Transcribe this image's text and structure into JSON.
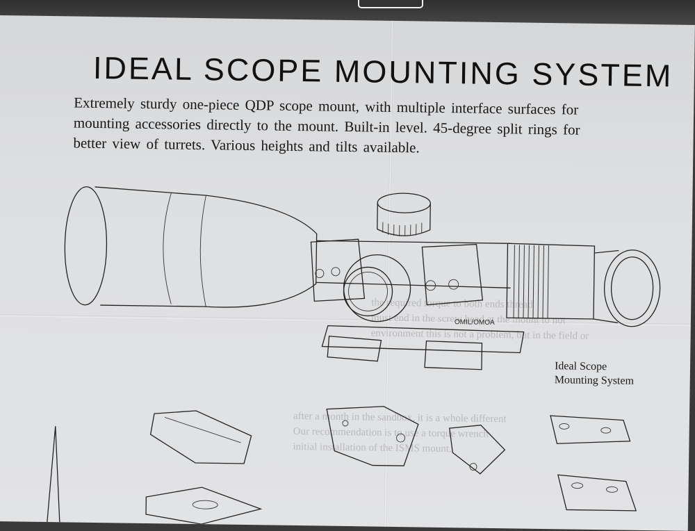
{
  "document": {
    "title": "IDEAL SCOPE MOUNTING SYSTEM",
    "intro_lines": [
      "Extremely sturdy one-piece QDP scope mount, with multiple interface surfaces for",
      "mounting accessories directly to the mount. Built-in level. 45-degree split rings for",
      "better view of turrets. Various heights and tilts available."
    ],
    "figure_caption_lines": [
      "Ideal Scope",
      "Mounting System"
    ],
    "mount_label": "OMIL/OMOA",
    "show_through_lines": [
      "the required torque to both ends thread",
      "must end in the screw head at the mount to not",
      "environment this is not a problem, but in the field or",
      "after a month in the sandbox, it is a whole different",
      "Our recommendation is to use a torque wrench",
      "initial installation of the ISMS mount."
    ]
  }
}
